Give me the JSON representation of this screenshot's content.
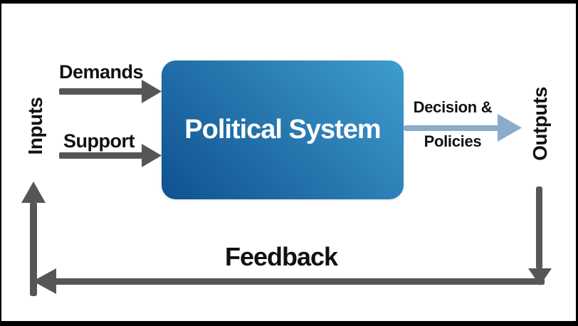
{
  "diagram": {
    "system_box": {
      "title": "Political System"
    },
    "inputs_label": "Inputs",
    "outputs_label": "Outputs",
    "input_arrows": [
      {
        "label": "Demands"
      },
      {
        "label": "Support"
      }
    ],
    "output_arrow": {
      "label_line1": "Decision &",
      "label_line2": "Policies"
    },
    "feedback_label": "Feedback"
  },
  "colors": {
    "arrow_gray": "#565658",
    "arrow_blue": "#8BACCB",
    "box_grad_start": "#0F5190",
    "box_grad_end": "#3F9DCE",
    "label_black": "#111111",
    "frame_black": "#000000"
  }
}
